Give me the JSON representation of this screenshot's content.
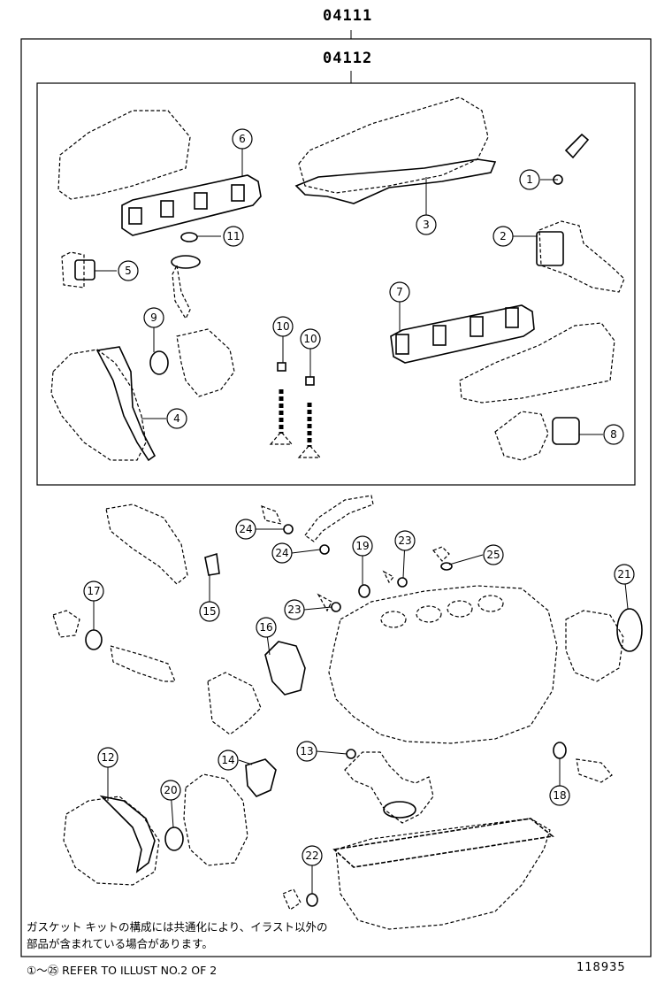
{
  "kit_codes": {
    "outer": "04111",
    "inner": "04112"
  },
  "callouts": [
    {
      "id": "c1",
      "label": "1"
    },
    {
      "id": "c2",
      "label": "2"
    },
    {
      "id": "c3",
      "label": "3"
    },
    {
      "id": "c4",
      "label": "4"
    },
    {
      "id": "c5",
      "label": "5"
    },
    {
      "id": "c6",
      "label": "6"
    },
    {
      "id": "c7",
      "label": "7"
    },
    {
      "id": "c8",
      "label": "8"
    },
    {
      "id": "c9",
      "label": "9"
    },
    {
      "id": "c10a",
      "label": "10"
    },
    {
      "id": "c10b",
      "label": "10"
    },
    {
      "id": "c11",
      "label": "11"
    },
    {
      "id": "c12",
      "label": "12"
    },
    {
      "id": "c13",
      "label": "13"
    },
    {
      "id": "c14",
      "label": "14"
    },
    {
      "id": "c15",
      "label": "15"
    },
    {
      "id": "c16",
      "label": "16"
    },
    {
      "id": "c17",
      "label": "17"
    },
    {
      "id": "c18",
      "label": "18"
    },
    {
      "id": "c19",
      "label": "19"
    },
    {
      "id": "c20",
      "label": "20"
    },
    {
      "id": "c21",
      "label": "21"
    },
    {
      "id": "c22",
      "label": "22"
    },
    {
      "id": "c23a",
      "label": "23"
    },
    {
      "id": "c23b",
      "label": "23"
    },
    {
      "id": "c24a",
      "label": "24"
    },
    {
      "id": "c24b",
      "label": "24"
    },
    {
      "id": "c25",
      "label": "25"
    }
  ],
  "note": {
    "line1": "ガスケット キットの構成には共通化により、イラスト以外の",
    "line2": "部品が含まれている場合があります。"
  },
  "footer": {
    "reference": "①～㉕ REFER TO ILLUST NO.2 OF 2",
    "illustration_number": "118935"
  }
}
